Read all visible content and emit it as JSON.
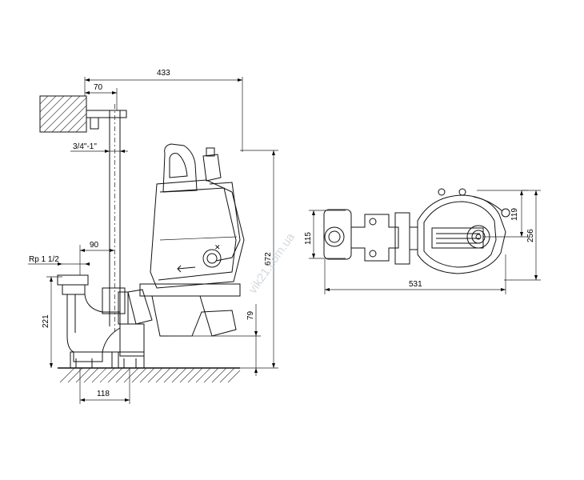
{
  "dimensions": {
    "d433": "433",
    "d70": "70",
    "d_pipe": "3/4\"-1\"",
    "d90": "90",
    "d_rp": "Rp 1 1/2",
    "d221": "221",
    "d118": "118",
    "d79": "79",
    "d672": "672",
    "d115": "115",
    "d119": "119",
    "d256": "256",
    "d531": "531"
  },
  "watermark": "vik21.com.ua"
}
